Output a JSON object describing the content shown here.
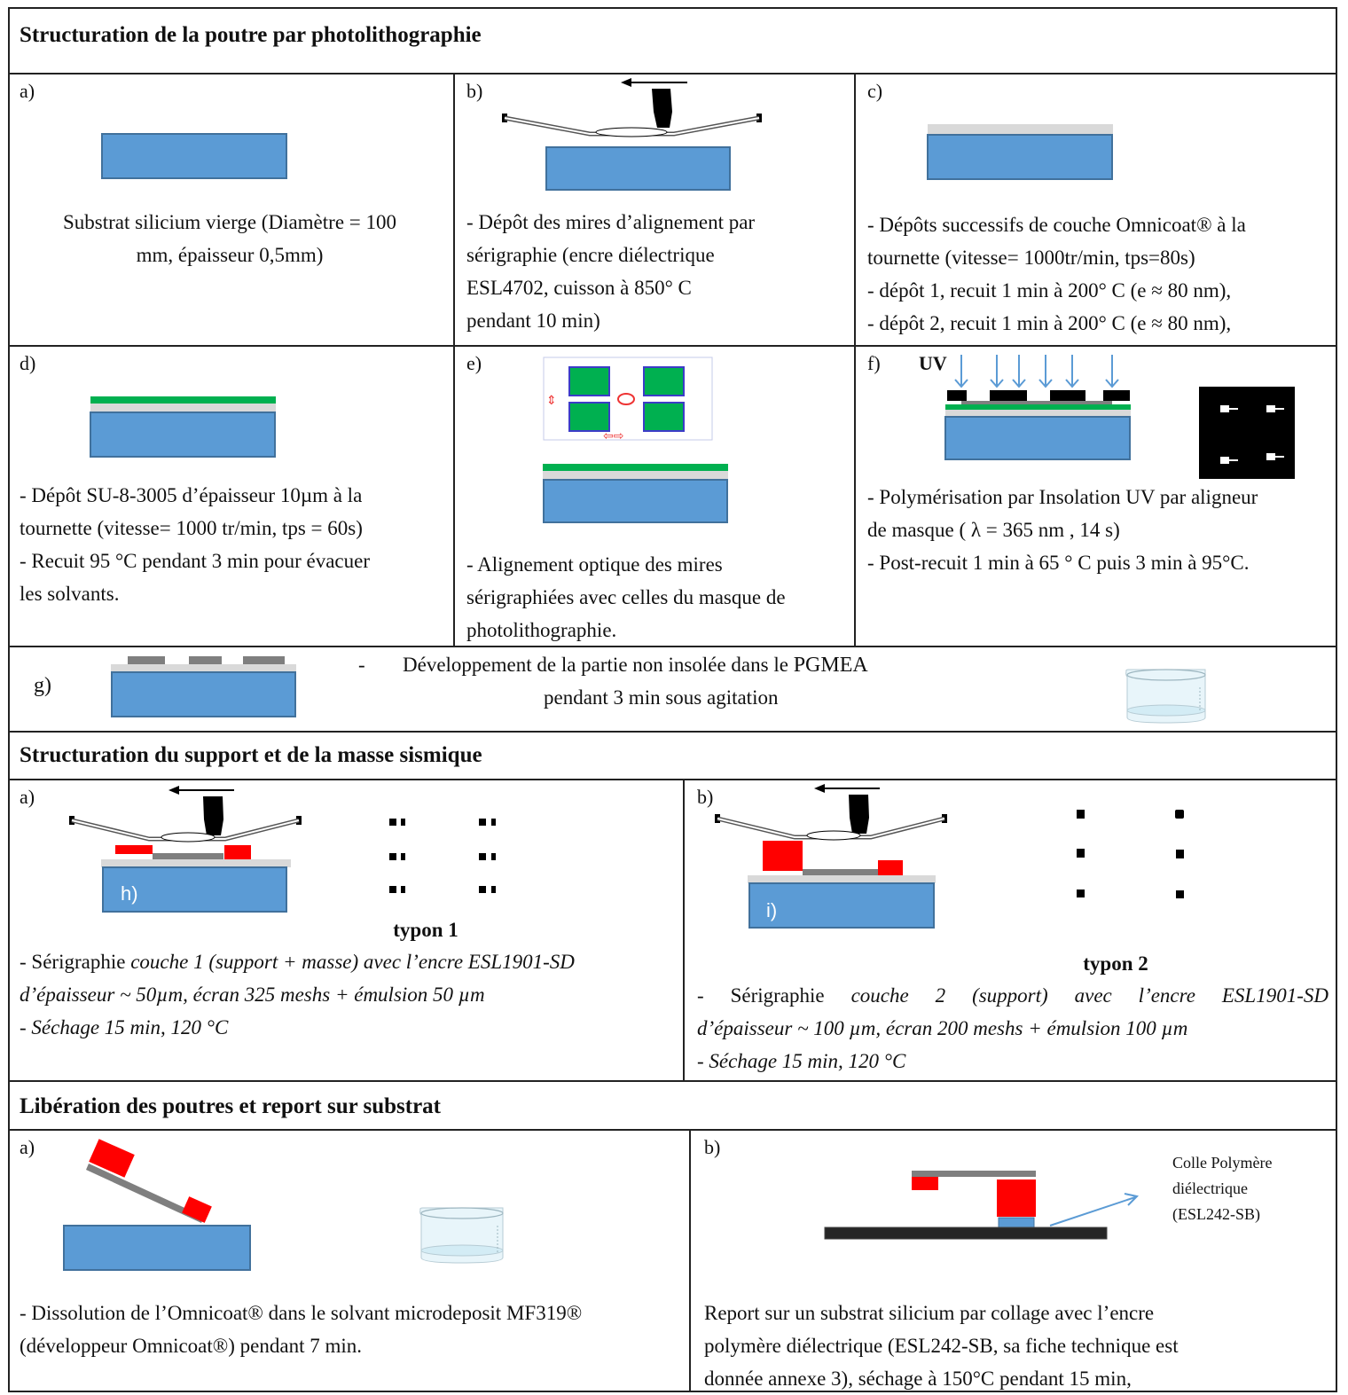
{
  "section1": {
    "title": "Structuration de la poutre par photolithographie",
    "a": {
      "label": "a)",
      "text": [
        "Substrat silicium vierge (Diamètre = 100",
        "mm, épaisseur 0,5mm)"
      ]
    },
    "b": {
      "label": "b)",
      "text": [
        "- Dépôt des mires d’alignement par",
        "sérigraphie (encre diélectrique",
        "ESL4702, cuisson à 850° C",
        "pendant  10 min)"
      ]
    },
    "c": {
      "label": "c)",
      "text": [
        "- Dépôts successifs de couche Omnicoat® à  la",
        "tournette (vitesse= 1000tr/min, tps=80s)",
        "- dépôt 1, recuit 1 min à 200° C (e ≈ 80 nm),",
        "- dépôt 2, recuit 1 min à  200° C (e ≈ 80 nm),"
      ]
    },
    "d": {
      "label": "d)",
      "text": [
        "- Dépôt  SU-8-3005 d’épaisseur 10µm à la",
        "tournette (vitesse= 1000 tr/min, tps = 60s)",
        "- Recuit 95 °C pendant 3 min pour évacuer",
        "les solvants."
      ]
    },
    "e": {
      "label": "e)",
      "text": [
        "- Alignement optique des mires",
        "sérigraphiées avec  celles du masque de",
        "photolithographie."
      ]
    },
    "f": {
      "label": "f)",
      "uv": "UV",
      "text": [
        "- Polymérisation par Insolation UV par aligneur",
        "de masque ( λ  = 365 nm , 14 s)",
        "- Post-recuit 1 min à  65 ° C puis 3 min à  95°C."
      ]
    },
    "g": {
      "label": "g)",
      "dash": "-",
      "text1": "Développement de la partie non insolée dans le ",
      "text1b": "PGMEA",
      "text2": "pendant 3 min sous agitation"
    }
  },
  "section2": {
    "title": "Structuration du support et de la masse sismique",
    "a": {
      "label": "a)",
      "inner_label": "h)",
      "typon": "typon 1",
      "line1a": "- Sérigraphie ",
      "line1b": "couche 1 (support + masse) avec l’encre ESL1901-SD",
      "line2": "d’épaisseur ~ 50µm, écran 325 meshs + émulsion 50 µm",
      "line3": "- Séchage 15 min, 120 °C"
    },
    "b": {
      "label": "b)",
      "inner_label": "i)",
      "typon": "typon 2",
      "line1a": "-  Sérigraphie ",
      "line1b": "couche  2  (support)  avec  l’encre  ESL1901-SD",
      "line2": "d’épaisseur ~ 100 µm, écran 200 meshs + émulsion 100 µm",
      "line3": "- Séchage 15 min, 120 °C"
    }
  },
  "section3": {
    "title": "Libération des poutres et report sur substrat",
    "a": {
      "label": "a)",
      "text": [
        "- Dissolution de l’Omnicoat® dans le solvant microdeposit MF319®",
        "(développeur Omnicoat®) pendant 7 min."
      ]
    },
    "b": {
      "label": "b)",
      "callout": [
        "Colle Polymère",
        "diélectrique",
        "(ESL242-SB)"
      ],
      "text": [
        "Report  sur un substrat silicium par collage avec l’encre",
        "polymère diélectrique (ESL242-SB,  sa fiche technique est",
        "donnée annexe 3), séchage à 150°C pendant 15 min,"
      ]
    }
  },
  "colors": {
    "substrate": "#5b9bd5",
    "substrate_border": "#41719c",
    "su8": "#00b050",
    "omnicoat": "#d9d9d9",
    "ink_red": "#ff0000",
    "beam_grey": "#7f7f7f",
    "uv_arrow": "#5b9bd5",
    "mask_black": "#000000"
  }
}
